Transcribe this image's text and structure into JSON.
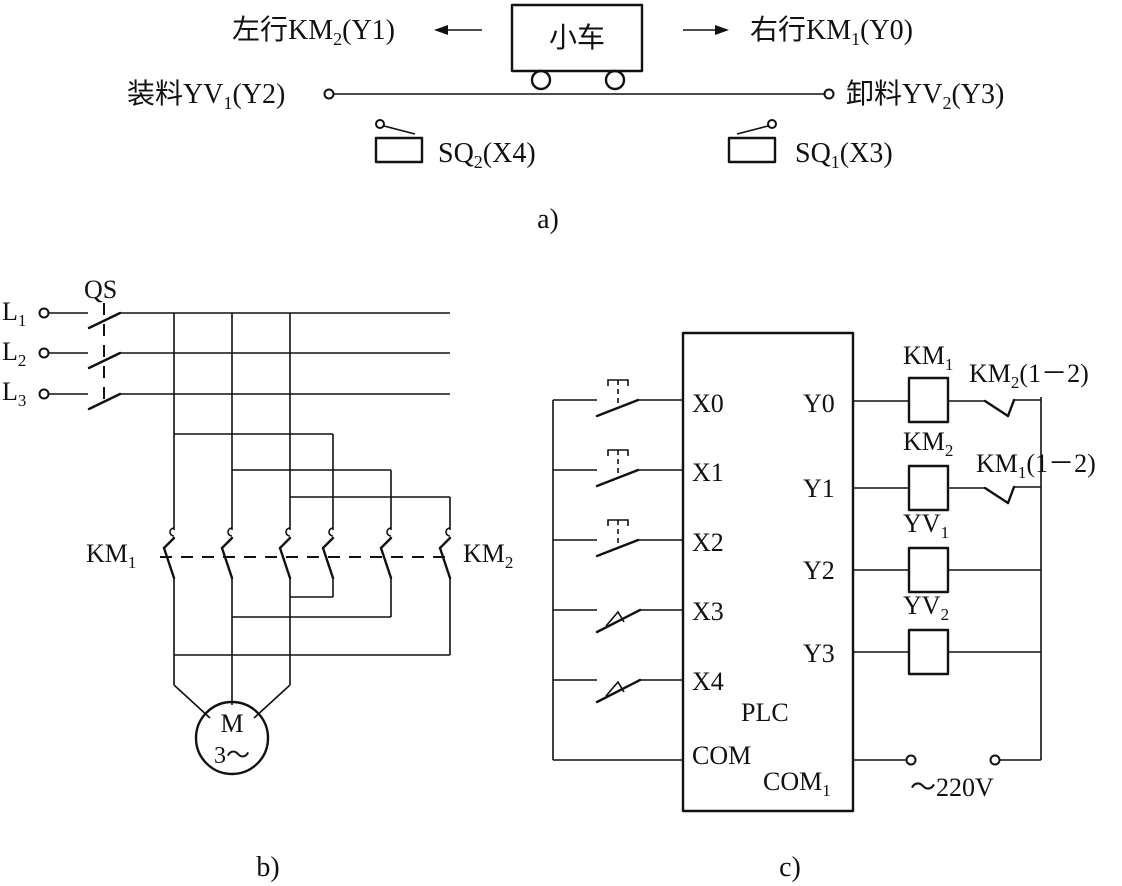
{
  "panel_a": {
    "cart": "小车",
    "left_main": "左行KM",
    "left_sub": "2",
    "left_tail": "(Y1)",
    "right_main": "右行KM",
    "right_sub": "1",
    "right_tail": "(Y0)",
    "load_main": "装料YV",
    "load_sub": "1",
    "load_tail": "(Y2)",
    "unload_main": "卸料YV",
    "unload_sub": "2",
    "unload_tail": "(Y3)",
    "sq2_main": "SQ",
    "sq2_sub": "2",
    "sq2_tail": "(X4)",
    "sq1_main": "SQ",
    "sq1_sub": "1",
    "sq1_tail": "(X3)",
    "caption": "a)"
  },
  "panel_b": {
    "qs": "QS",
    "l1": "L",
    "l1_sub": "1",
    "l2": "L",
    "l2_sub": "2",
    "l3": "L",
    "l3_sub": "3",
    "km1": "KM",
    "km1_sub": "1",
    "km2": "KM",
    "km2_sub": "2",
    "motor_m": "M",
    "motor_phase": "3～",
    "caption": "b)"
  },
  "panel_c": {
    "inputs": [
      "X0",
      "X1",
      "X2",
      "X3",
      "X4"
    ],
    "outputs": [
      "Y0",
      "Y1",
      "Y2",
      "Y3"
    ],
    "plc": "PLC",
    "com": "COM",
    "com1_main": "COM",
    "com1_sub": "1",
    "coil_km1": "KM",
    "coil_km1_sub": "1",
    "coil_km2": "KM",
    "coil_km2_sub": "2",
    "coil_yv1": "YV",
    "coil_yv1_sub": "1",
    "coil_yv2": "YV",
    "coil_yv2_sub": "2",
    "interlock_top": "KM",
    "interlock_top_sub": "2",
    "interlock_top_tail": "(1－2)",
    "interlock_bot": "KM",
    "interlock_bot_sub": "1",
    "interlock_bot_tail": "(1－2)",
    "supply": "～220V",
    "caption": "c)"
  }
}
